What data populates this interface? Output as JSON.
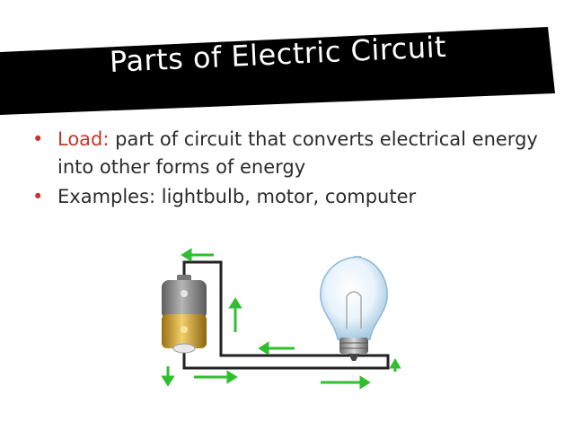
{
  "slide": {
    "title": "Parts of Electric Circuit",
    "bullet_glyph": "•",
    "bullets": [
      {
        "term": "Load:",
        "text": "part of circuit that converts electrical energy into other forms of energy"
      },
      {
        "term": "",
        "text": "Examples:  lightbulb, motor, computer"
      }
    ]
  },
  "colors": {
    "title_band": "#000000",
    "title_text": "#ffffff",
    "accent_term": "#c0392b",
    "body_text": "#2b2b2b",
    "wire": "#222222",
    "arrow": "#2fbf2f",
    "battery_top": "#8c8c8c",
    "battery_bottom": "#d4a637"
  },
  "icons": {
    "battery": "battery-icon",
    "lightbulb": "lightbulb-icon",
    "current_arrows": "green-arrow-icon"
  }
}
